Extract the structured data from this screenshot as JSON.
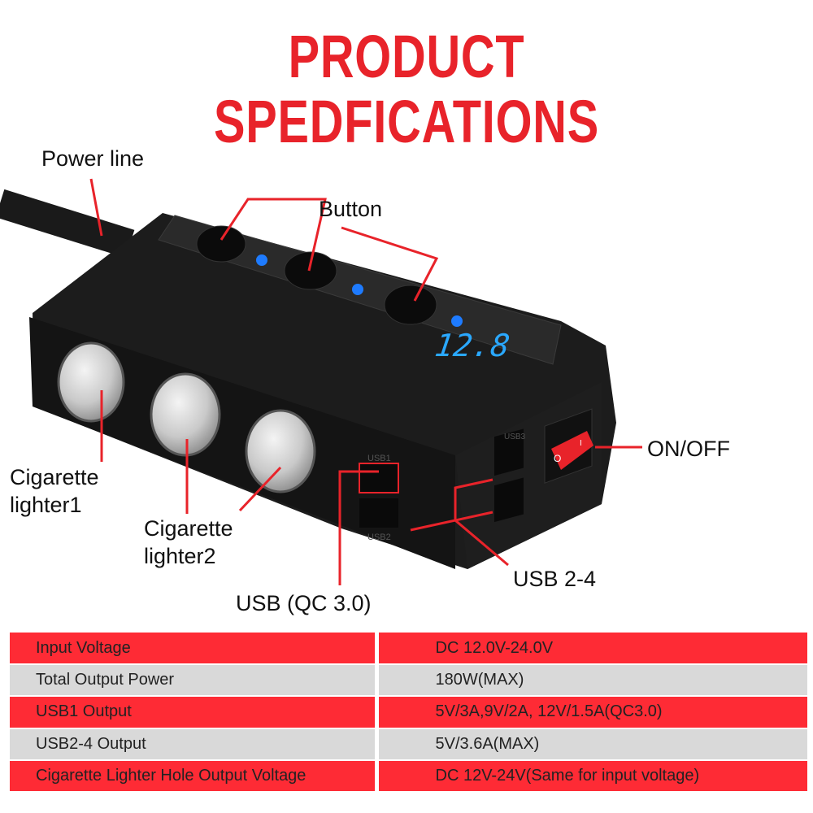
{
  "title": "PRODUCT SPEDFICATIONS",
  "labels": {
    "power_line": "Power line",
    "button": "Button",
    "on_off": "ON/OFF",
    "cig1": "Cigarette\nlighter1",
    "cig2": "Cigarette\nlighter2",
    "usb_qc": "USB (QC 3.0)",
    "usb24": "USB 2-4"
  },
  "device": {
    "display": "12.8",
    "usb1_port": "USB1",
    "usb2_port": "USB2",
    "usb3_port": "USB3",
    "switch_on": "O",
    "switch_off": "I"
  },
  "colors": {
    "accent": "#e8232a",
    "row_red": "#fe2b35",
    "row_gray": "#d9d9d9",
    "display_blue": "#2aa8ff"
  },
  "specs": [
    {
      "name": "Input Voltage",
      "value": "DC 12.0V-24.0V"
    },
    {
      "name": "Total Output Power",
      "value": "180W(MAX)"
    },
    {
      "name": "USB1 Output",
      "value": "5V/3A,9V/2A, 12V/1.5A(QC3.0)"
    },
    {
      "name": "USB2-4 Output",
      "value": "5V/3.6A(MAX)"
    },
    {
      "name": "Cigarette Lighter Hole Output Voltage",
      "value": "DC 12V-24V(Same for input voltage)"
    }
  ]
}
